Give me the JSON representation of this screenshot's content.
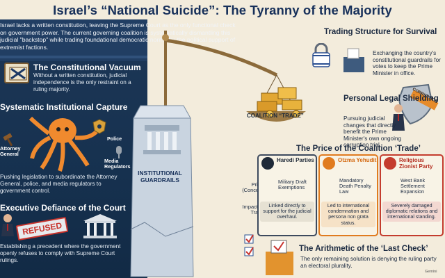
{
  "header": {
    "title": "Israel’s “National Suicide”: The Tyranny of the Majority"
  },
  "intro": {
    "text": "Israel lacks a written constitution, leaving the Supreme Court as the only functional check on government power. The current governing coalition is systematically dismantling this judicial \"backstop\" while trading foundational democratic norms for the political support of extremist factions."
  },
  "left": {
    "sections": [
      {
        "title": "The Constitutional Vacuum",
        "text": "Without a written constitution, judicial independence is the only restraint on a ruling majority."
      },
      {
        "title": "Systematic Institutional Capture",
        "text": "Pushing legislation to subordinate the Attorney General, police, and media regulators to government control."
      },
      {
        "title": "Executive Defiance of the Court",
        "text": "Establishing a precedent where the government openly refuses to comply with Supreme Court rulings."
      }
    ],
    "capture_labels": {
      "attorney": "Attorney General",
      "police": "Police",
      "media": "Media Regulators"
    },
    "stamp": "REFUSED"
  },
  "center": {
    "pillar_label": "INSTITUTIONAL GUARDRAILS",
    "coalition_label": "COALITION “TRADE”"
  },
  "right": {
    "trading": {
      "title": "Trading Structure for Survival",
      "text": "Exchanging the country's constitutional guardrails for votes to keep the Prime Minister in office."
    },
    "shielding": {
      "title": "Personal Legal Shielding",
      "text": "Pursuing judicial changes that directly benefit the Prime Minister's own ongoing corruption trial.",
      "shield_word": "CORRUPTION"
    },
    "price": {
      "title": "The Price of the Coalition ‘Trade’",
      "row_price": "Price (Concession)",
      "row_impact": "Impact of the Trade",
      "parties": [
        {
          "name": "Haredi Parties",
          "price": "Military Draft Exemptions",
          "impact": "Linked directly to support for the judicial overhaul.",
          "color": "#1f2a38"
        },
        {
          "name": "Otzma Yehudit",
          "price": "Mandatory Death Penalty Law",
          "impact": "Led to international condemnation and persona non grata status.",
          "color": "#e07b1f"
        },
        {
          "name": "Religious Zionist Party",
          "price": "West Bank Settlement Expansion",
          "impact": "Severely damaged diplomatic relations and international standing.",
          "color": "#c43c2e"
        }
      ]
    },
    "last_check": {
      "title": "The Arithmetic of the ‘Last Check’",
      "text": "The only remaining solution is denying the ruling party an electoral plurality."
    }
  },
  "footer": {
    "watermark": "Gemini"
  },
  "colors": {
    "navy": "#17305a",
    "cream": "#f3ecdc",
    "gold": "#d9a13a",
    "red": "#c8332c"
  }
}
